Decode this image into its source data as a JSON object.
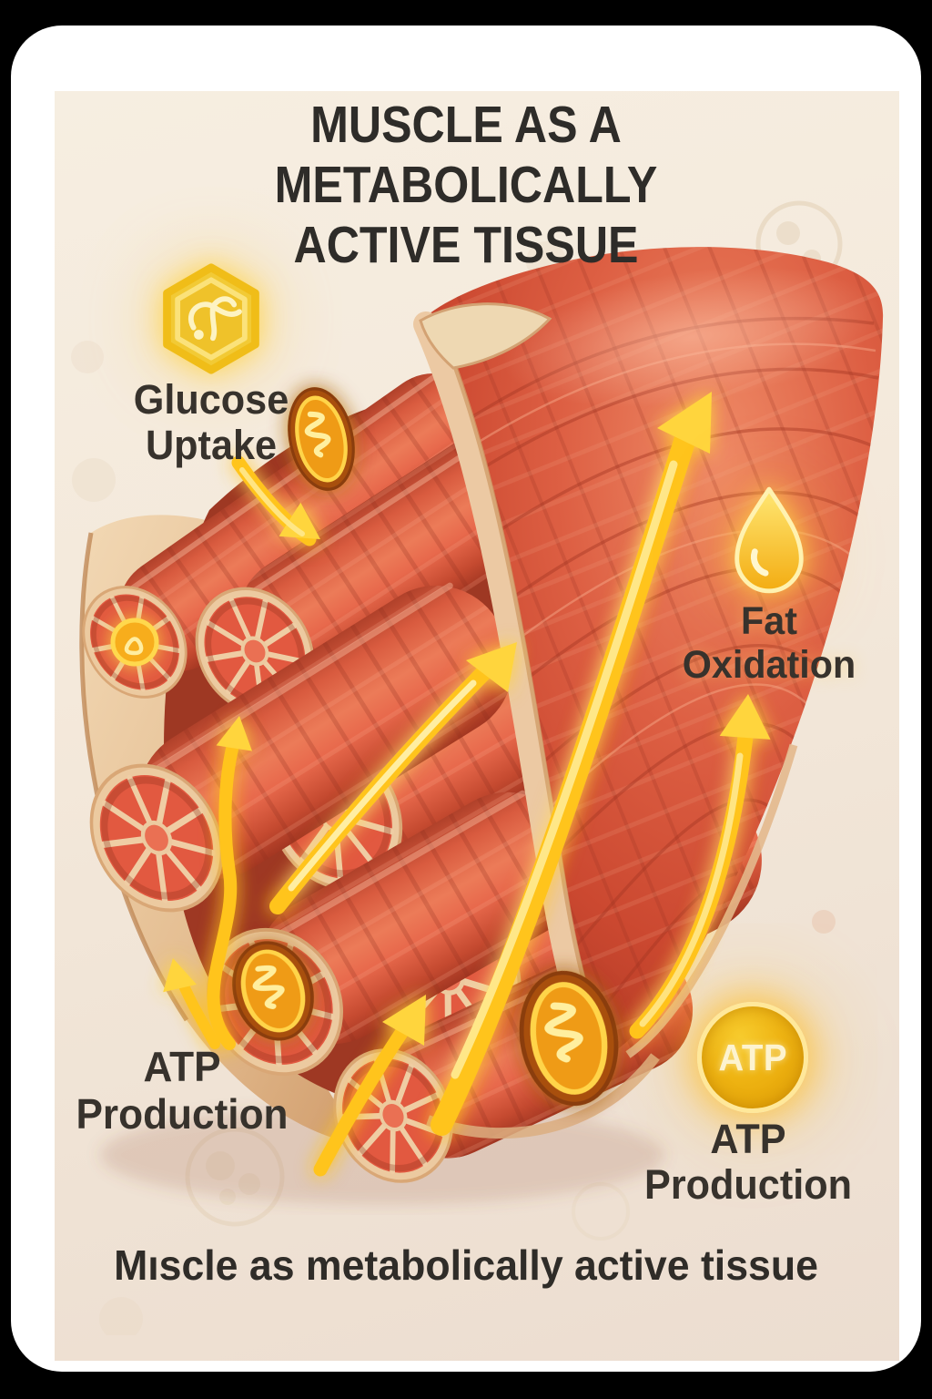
{
  "poster": {
    "title_lines": [
      "MUSCLE AS A METABOLICALLY",
      "ACTIVE TISSUE"
    ],
    "caption": "Mıscle as metabolically active tissue"
  },
  "callouts": {
    "glucose_uptake": {
      "label": "Glucose Uptake",
      "icon": "glucose-hexagon-icon"
    },
    "fat_oxidation": {
      "label": "Fat Oxidation",
      "icon": "fat-droplet-icon"
    },
    "atp_production_left": {
      "label": "ATP Production"
    },
    "atp_production_right": {
      "label": "ATP Production",
      "badge_text": "ATP",
      "icon": "atp-badge-icon"
    }
  },
  "illustration": {
    "subject_icons": [
      "muscle-belly",
      "muscle-fiber-bundle",
      "fiber-cross-sections",
      "mitochondria-icons",
      "glow-arrow-icons",
      "cell-watermark-icons"
    ]
  },
  "colors": {
    "frame": "#000000",
    "card": "#ffffff",
    "panel_cream": "#f4e9db",
    "title_text": "#2e2c29",
    "label_text": "#37322c",
    "accent_yellow": "#ffd23f",
    "muscle_red": "#d8553e",
    "sheath_tan": "#ecc9a2"
  }
}
